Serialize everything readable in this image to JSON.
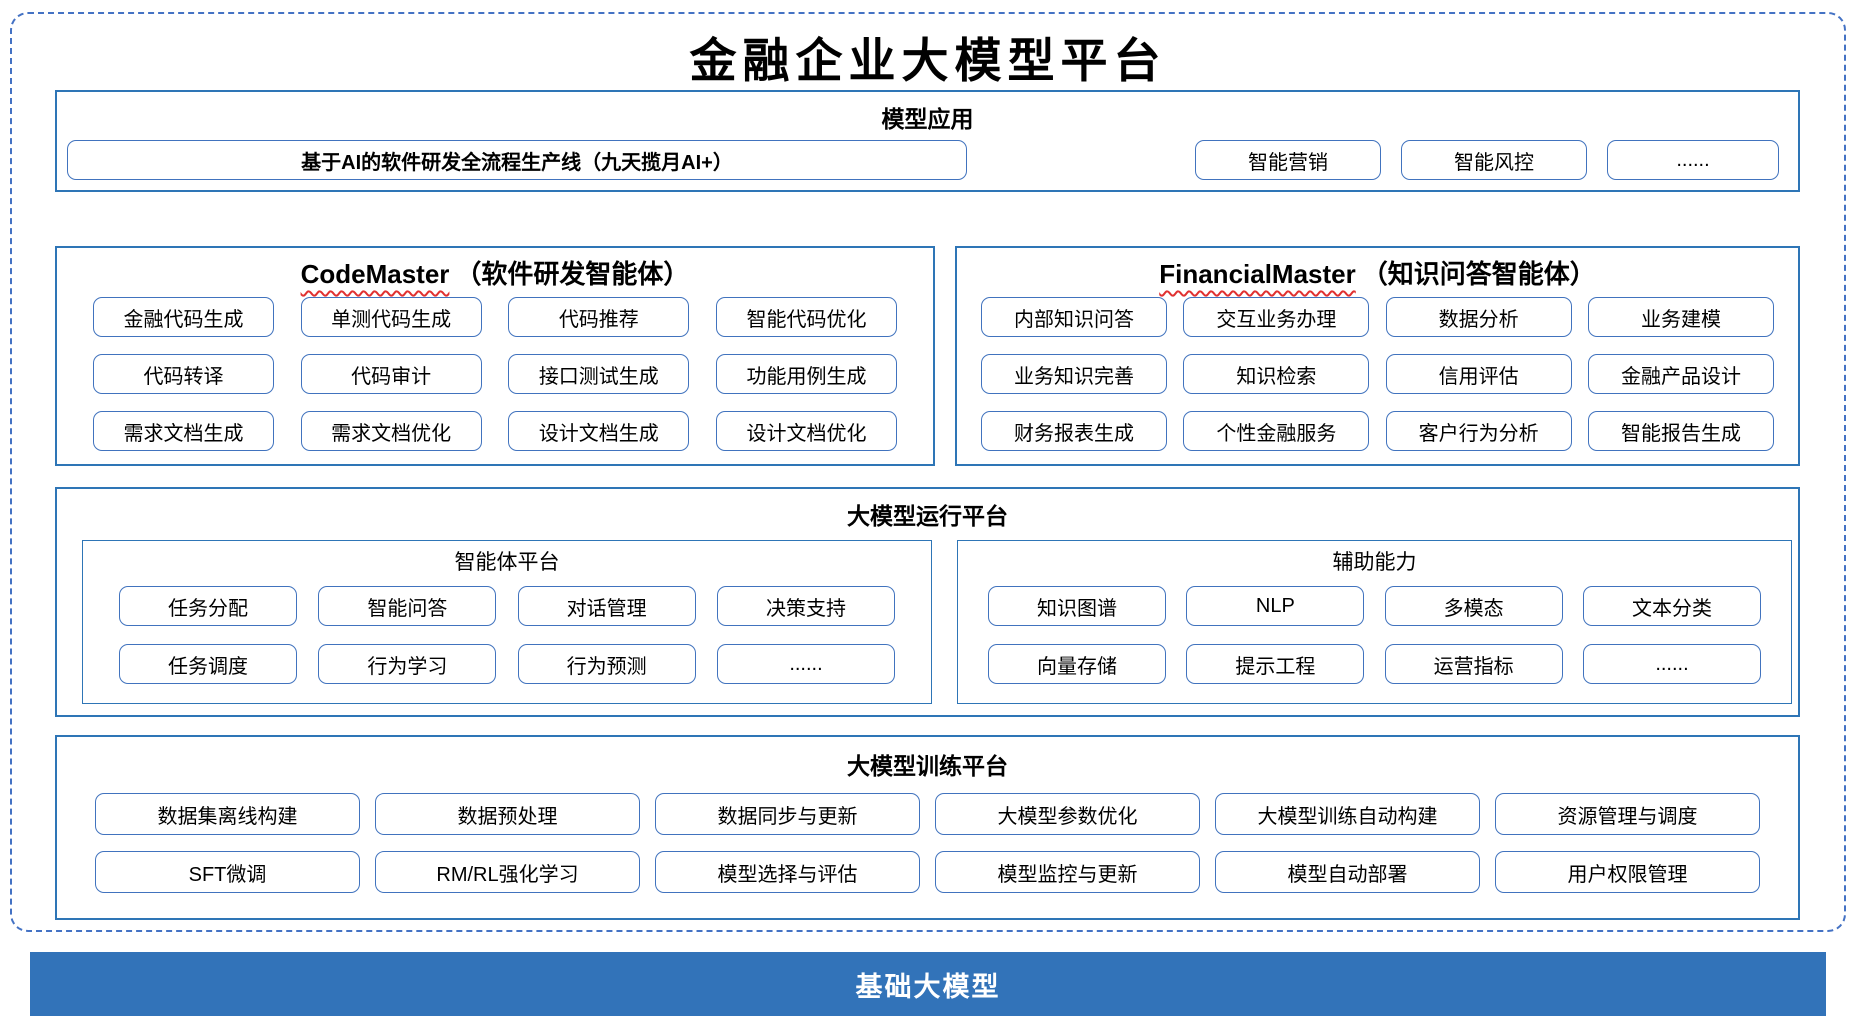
{
  "title": "金融企业大模型平台",
  "colors": {
    "accent": "#2E75B6",
    "box_border": "#4173BE",
    "dashed": "#4472C4",
    "bar_bg": "#3273B9",
    "bar_text": "#FFFFFF",
    "wavy": "#E03131"
  },
  "model_app": {
    "title": "模型应用",
    "pipeline": "基于AI的软件研发全流程生产线（九天揽月AI+）",
    "items": [
      "智能营销",
      "智能风控",
      "......"
    ]
  },
  "code_master": {
    "name": "CodeMaster",
    "suffix": "（软件研发智能体）",
    "items": [
      "金融代码生成",
      "单测代码生成",
      "代码推荐",
      "智能代码优化",
      "代码转译",
      "代码审计",
      "接口测试生成",
      "功能用例生成",
      "需求文档生成",
      "需求文档优化",
      "设计文档生成",
      "设计文档优化"
    ]
  },
  "financial_master": {
    "name": "FinancialMaster",
    "suffix": "（知识问答智能体）",
    "items": [
      "内部知识问答",
      "交互业务办理",
      "数据分析",
      "业务建模",
      "业务知识完善",
      "知识检索",
      "信用评估",
      "金融产品设计",
      "财务报表生成",
      "个性金融服务",
      "客户行为分析",
      "智能报告生成"
    ]
  },
  "runtime": {
    "title": "大模型运行平台",
    "agent_platform": {
      "title": "智能体平台",
      "items": [
        "任务分配",
        "智能问答",
        "对话管理",
        "决策支持",
        "任务调度",
        "行为学习",
        "行为预测",
        "......"
      ]
    },
    "aux_ability": {
      "title": "辅助能力",
      "items": [
        "知识图谱",
        "NLP",
        "多模态",
        "文本分类",
        "向量存储",
        "提示工程",
        "运营指标",
        "......"
      ]
    }
  },
  "training": {
    "title": "大模型训练平台",
    "items": [
      "数据集离线构建",
      "数据预处理",
      "数据同步与更新",
      "大模型参数优化",
      "大模型训练自动构建",
      "资源管理与调度",
      "SFT微调",
      "RM/RL强化学习",
      "模型选择与评估",
      "模型监控与更新",
      "模型自动部署",
      "用户权限管理"
    ]
  },
  "base_model": {
    "label": "基础大模型"
  }
}
